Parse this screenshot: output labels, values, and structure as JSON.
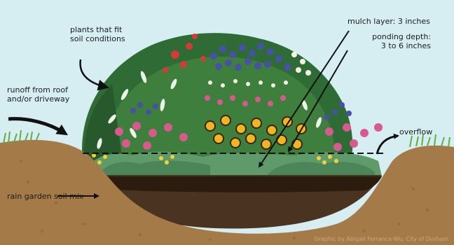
{
  "labels": {
    "plants": "plants that fit\nsoil conditions",
    "runoff": "runoff from roof\nand/or driveway",
    "mulch": "mulch layer: 3 inches",
    "ponding": "ponding depth:\n3 to 6 inches",
    "overflow": "overflow",
    "soil_mix": "rain garden soil mix"
  },
  "credit": "Graphic by Abigail Ferrance-Wu, City of Durham",
  "colors": {
    "sky": "#d6eef2",
    "soil_berm": "#a47a48",
    "soil_mix": "#4a3320",
    "mulch": "#2c1c10",
    "foliage_dark": "#2f6b34",
    "foliage_mid": "#4c8f45",
    "blue_flower": "#4a4fa8",
    "pink_flower": "#d65a8e",
    "yellow_flower": "#f1b51f",
    "red_flower": "#d63a36",
    "grass": "#5fae43"
  },
  "icons": [
    "curved-arrow-icon",
    "straight-arrow-icon",
    "overflow-arrow-icon"
  ]
}
